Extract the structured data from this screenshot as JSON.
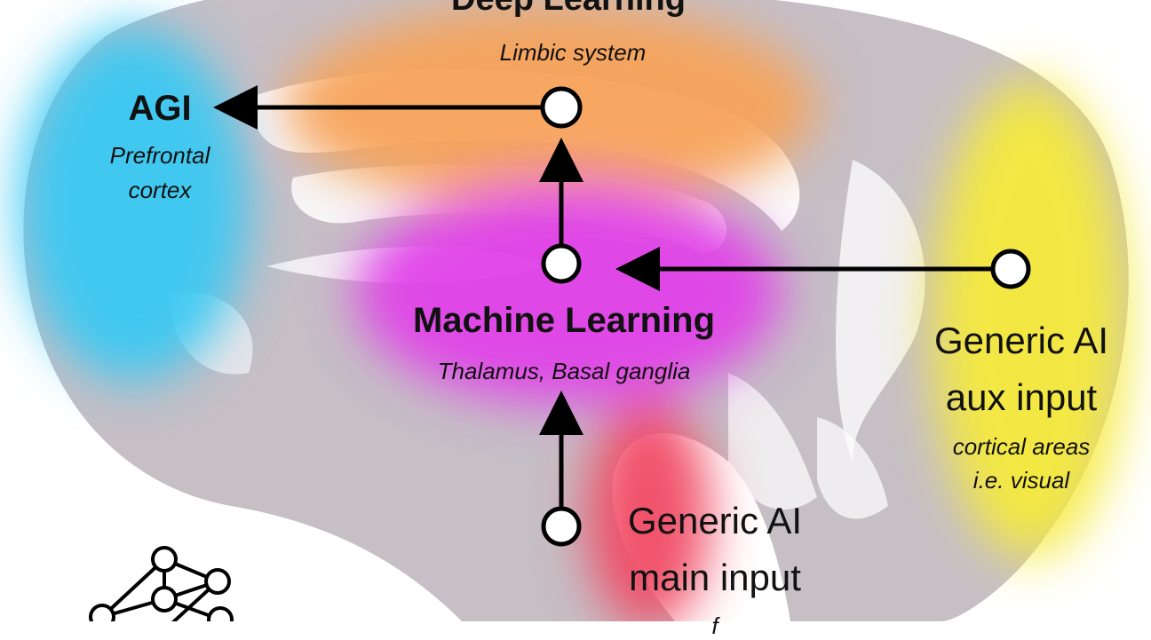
{
  "labels": {
    "deep_learning": {
      "title": "Deep Learning",
      "subtitle": "Limbic system"
    },
    "agi": {
      "title": "AGI",
      "subtitle_line1": "Prefrontal",
      "subtitle_line2": "cortex"
    },
    "machine_learning": {
      "title": "Machine Learning",
      "subtitle": "Thalamus, Basal ganglia"
    },
    "aux_input": {
      "line1": "Generic AI",
      "line2": "aux input",
      "sub1": "cortical areas",
      "sub2": "i.e. visual"
    },
    "main_input": {
      "line1": "Generic AI",
      "line2": "main input",
      "sub1": "f"
    }
  },
  "colors": {
    "background": "#ffffff",
    "brain_outline": "#c6bfc6",
    "prefrontal_region": "#39c8f2",
    "limbic_region": "#f7a258",
    "thalamus_region": "#e040e8",
    "visual_region": "#f5ea3c",
    "brainstem_region": "#f04a62",
    "node_fill": "#ffffff",
    "stroke": "#000000"
  },
  "icons": {
    "corner": "neural-network-icon"
  }
}
